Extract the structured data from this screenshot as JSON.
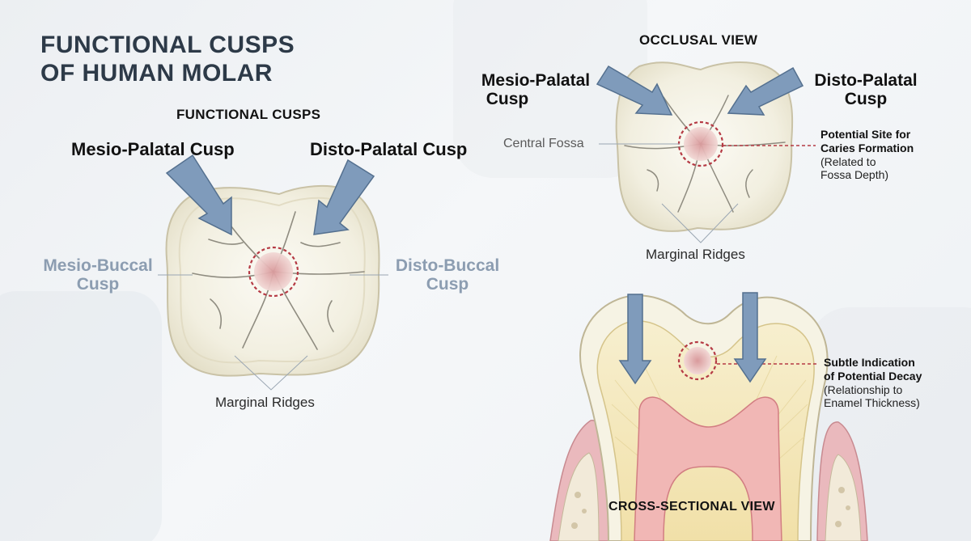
{
  "title": "FUNCTIONAL CUSPS OF HUMAN MOLAR",
  "left_diagram": {
    "heading": "FUNCTIONAL CUSPS",
    "mesio_palatal": "Mesio-Palatal Cusp",
    "disto_palatal": "Disto-Palatal Cusp",
    "mesio_buccal": [
      "Mesio-Buccal",
      "Cusp"
    ],
    "disto_buccal": [
      "Disto-Buccal",
      "Cusp"
    ],
    "marginal_ridges": "Marginal Ridges"
  },
  "occlusal_view": {
    "heading": "OCCLUSAL VIEW",
    "mesio_palatal": [
      "Mesio-Palatal",
      "Cusp"
    ],
    "disto_palatal": [
      "Disto-Palatal",
      "Cusp"
    ],
    "central_fossa": "Central Fossa",
    "caries_note": {
      "bold": [
        "Potential Site for",
        "Caries Formation"
      ],
      "regular": [
        "(Related to",
        "Fossa Depth)"
      ]
    },
    "marginal_ridges": "Marginal Ridges"
  },
  "cross_section": {
    "heading": "CROSS-SECTIONAL VIEW",
    "decay_note": {
      "bold": [
        "Subtle Indication",
        "of Potential Decay"
      ],
      "regular": [
        "(Relationship to",
        "Enamel Thickness)"
      ]
    }
  },
  "colors": {
    "arrow": "#7f9bbb",
    "arrow_stroke": "#54708f",
    "caries_dot": "#b53a44",
    "enamel": "#f6f3e4",
    "dentin": "#f4e7bd",
    "pulp": "#f1b7b5",
    "gum": "#eab9bd"
  }
}
